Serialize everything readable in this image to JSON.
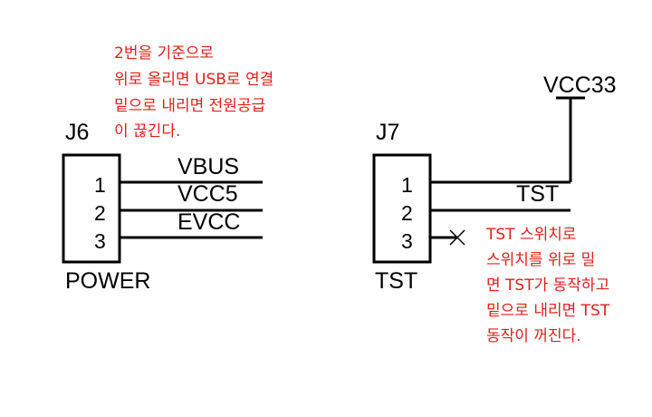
{
  "j6": {
    "ref": "J6",
    "pins": [
      "1",
      "2",
      "3"
    ],
    "nets": [
      "VBUS",
      "VCC5",
      "EVCC"
    ],
    "name": "POWER"
  },
  "j7": {
    "ref": "J7",
    "pins": [
      "1",
      "2",
      "3"
    ],
    "net_pin1": "TST",
    "power_label": "VCC33",
    "name": "TST",
    "pin3_no_connect": true
  },
  "note_j6": [
    "2번을 기준으로",
    "위로 올리면 USB로 연결",
    "밑으로 내리면 전원공급",
    "이 끊긴다."
  ],
  "note_j7": [
    "TST 스위치로",
    "스위치를 위로 밀",
    "면 TST가 동작하고",
    "밑으로 내리면 TST",
    "동작이 꺼진다."
  ],
  "colors": {
    "annotation": "#e0201a",
    "wire": "#000000",
    "background": "#ffffff"
  }
}
